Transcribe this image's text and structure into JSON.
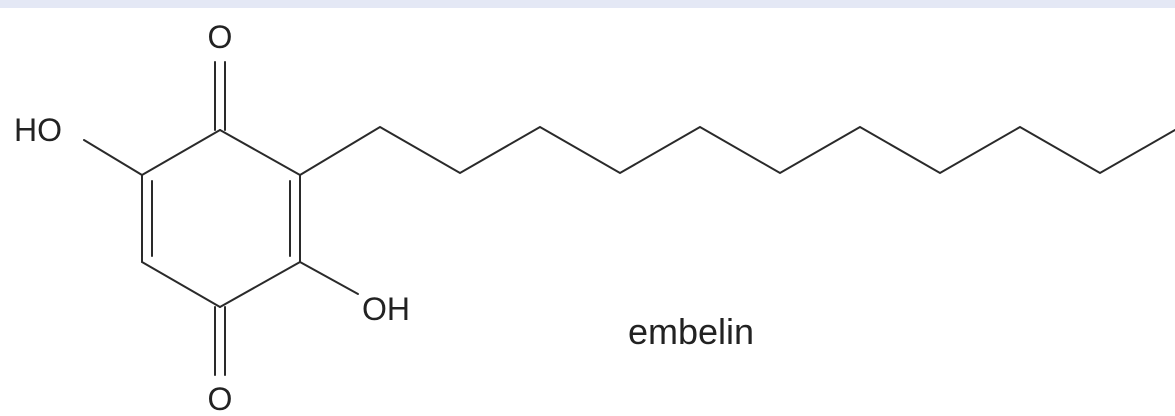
{
  "colors": {
    "top_strip": "#e4e8f5",
    "bond": "#2a2a2a",
    "text": "#222222",
    "background": "#ffffff"
  },
  "molecule": {
    "compound_name": "embelin",
    "labels": {
      "top_oxygen": "O",
      "bottom_oxygen": "O",
      "left_hydroxyl": "HO",
      "right_hydroxyl": "OH"
    }
  }
}
